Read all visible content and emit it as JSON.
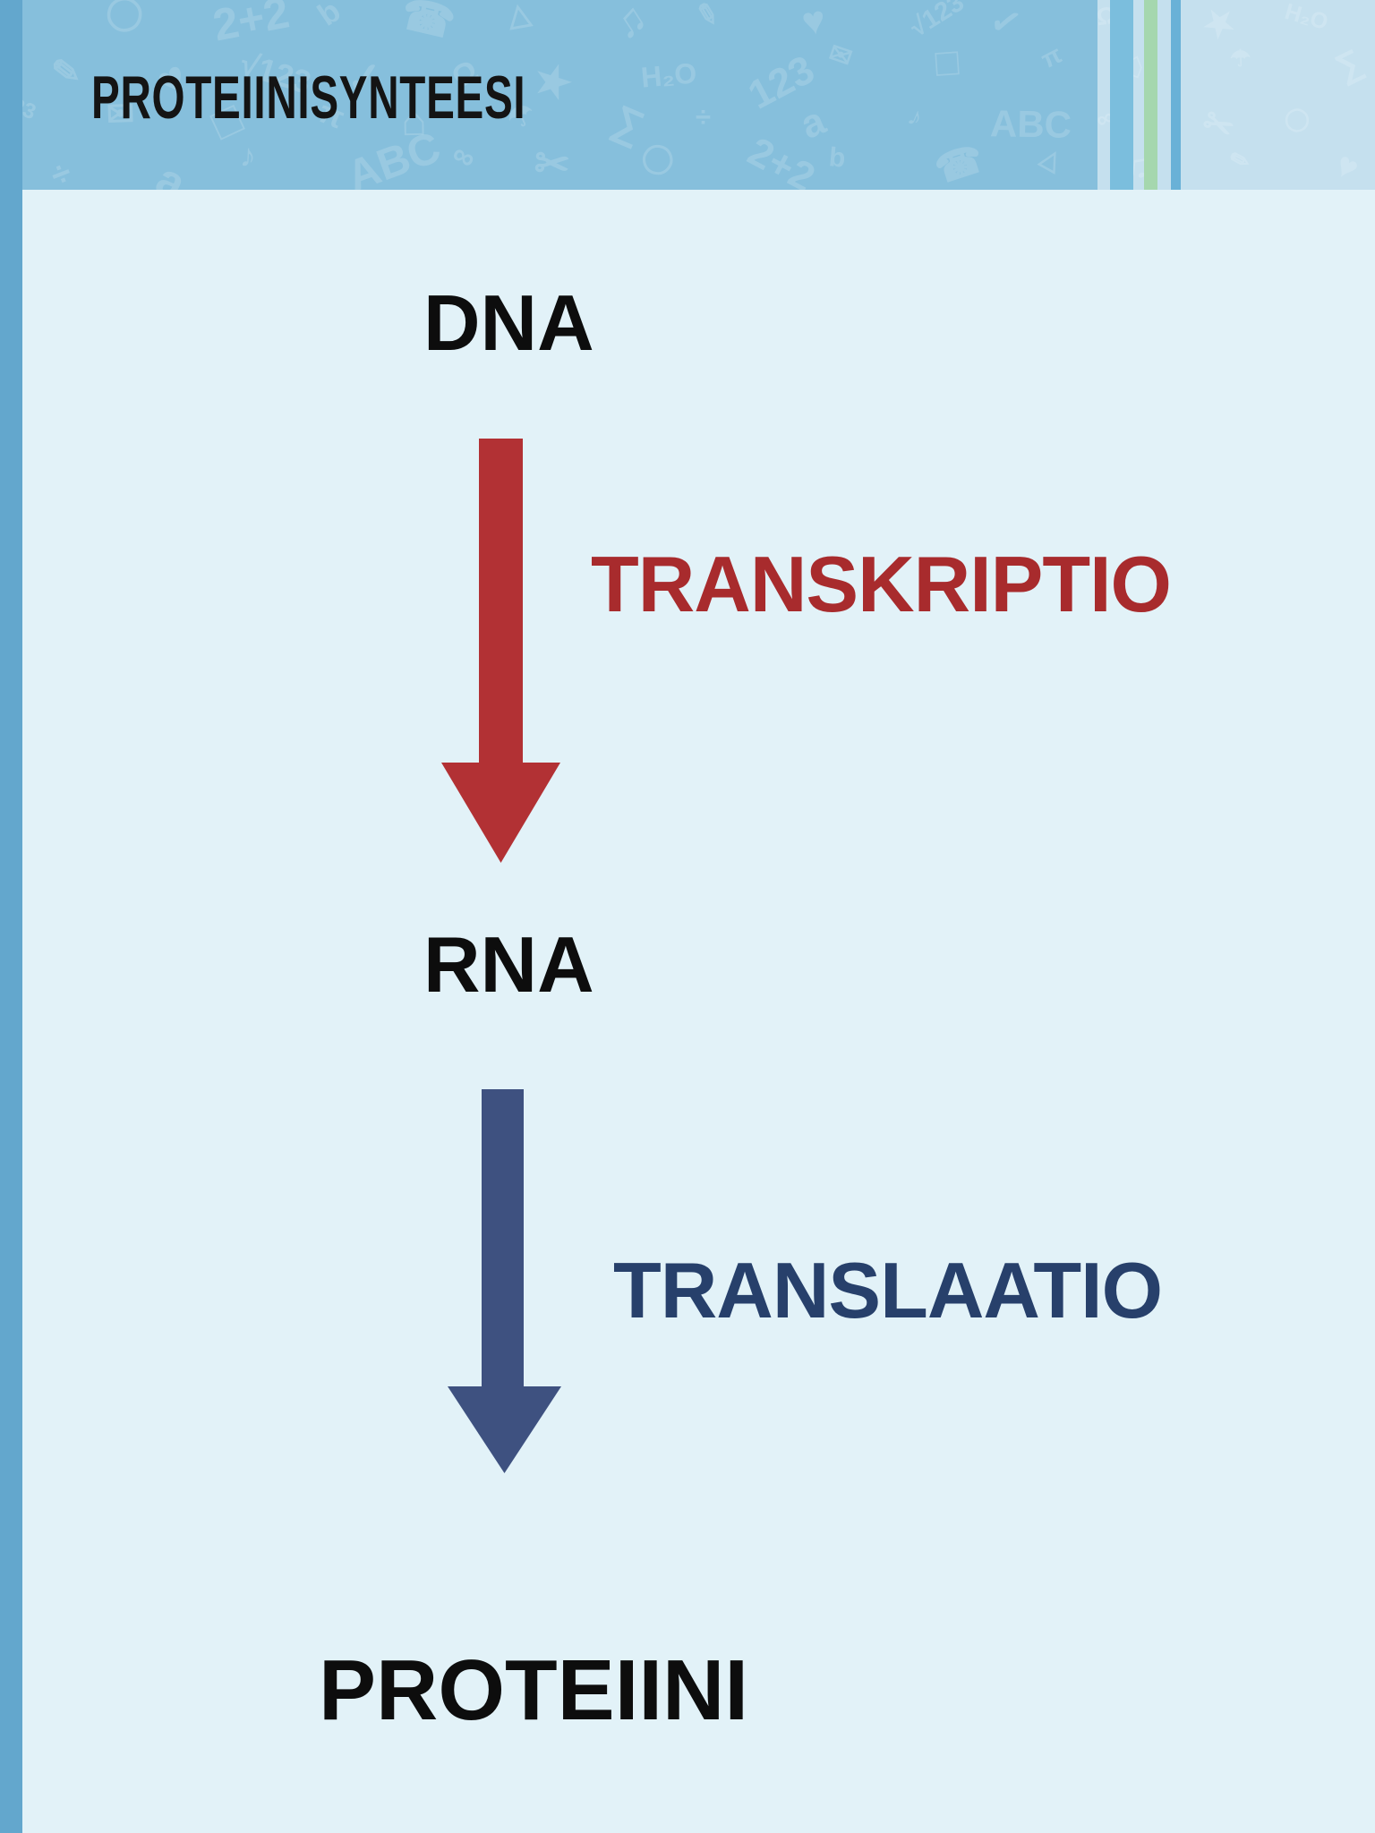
{
  "header": {
    "title": "PROTEIINISYNTEESI",
    "pattern_glyphs": [
      "✂",
      "✉",
      "☎",
      "☂",
      "♥",
      "♪",
      "★",
      "◯",
      "□",
      "△",
      "∑",
      "√123",
      "ABC",
      "H₂O",
      "2+2",
      "π",
      "♫",
      "÷",
      "✓",
      "∞",
      "123",
      "b",
      "⌂",
      "✎",
      "a",
      "Ω"
    ]
  },
  "colors": {
    "page_bg": "#e2f2f8",
    "header_bg": "#86bfdc",
    "left_bar": "#63a7cd",
    "right_panel_overlay": "rgba(255,255,255,0.52)",
    "stripe_blue": "#7bbedd",
    "stripe_green": "#a5d7ae",
    "stripe_darkblue": "#69b1d7",
    "title_text": "#141414",
    "node_text": "#0d0d0d",
    "transcription_text": "#a82b2d",
    "transcription_arrow": "#b23134",
    "translation_text": "#27406b",
    "translation_arrow": "#3e5180"
  },
  "diagram": {
    "nodes": [
      {
        "label": "DNA"
      },
      {
        "label": "RNA"
      },
      {
        "label": "PROTEIINI"
      }
    ],
    "processes": [
      {
        "label": "TRANSKRIPTIO"
      },
      {
        "label": "TRANSLAATIO"
      }
    ]
  }
}
